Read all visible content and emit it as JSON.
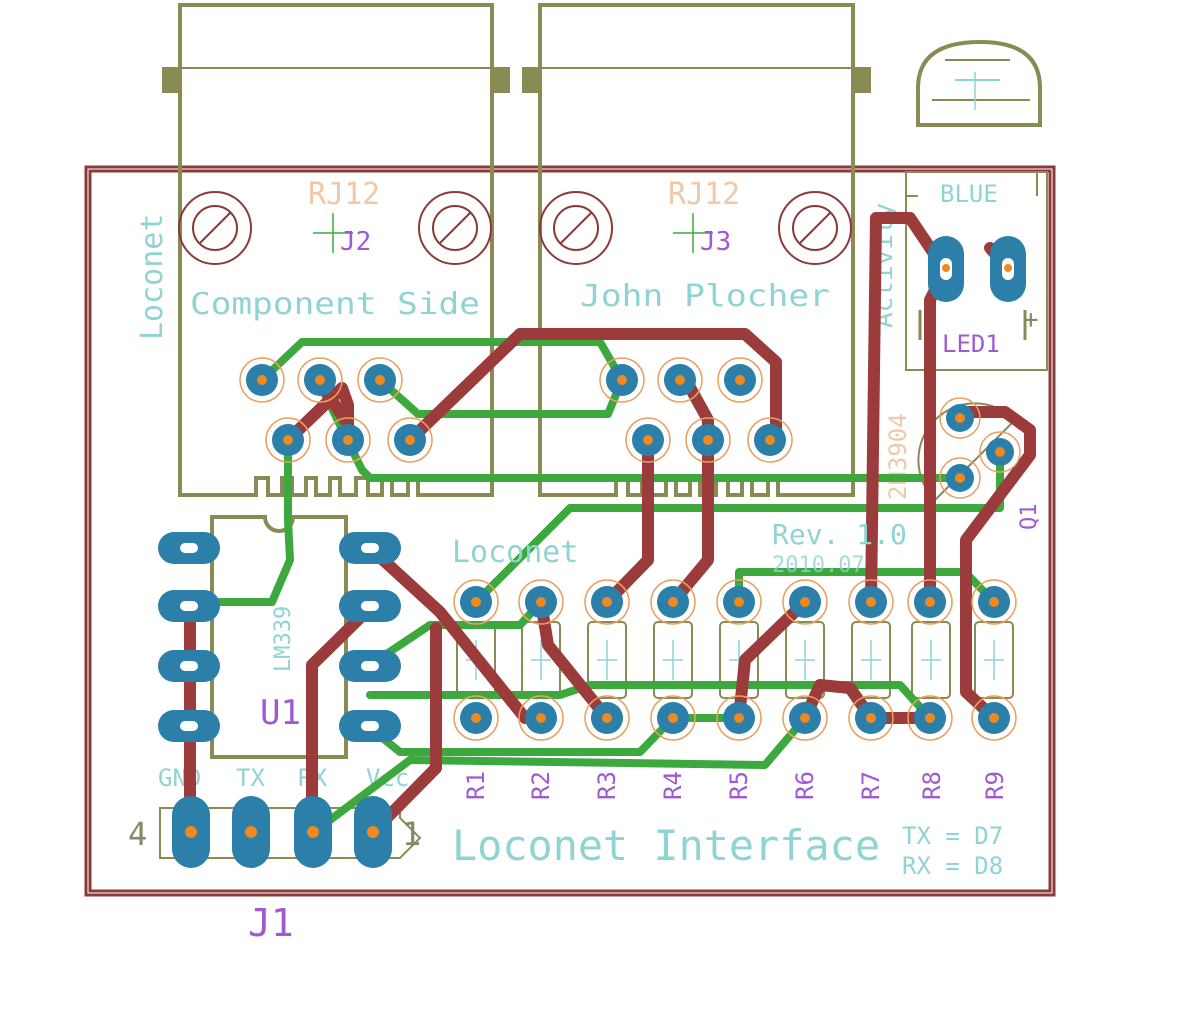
{
  "board": {
    "j2": {
      "type": "RJ12",
      "ref": "J2",
      "side_label": "Component Side"
    },
    "j3": {
      "type": "RJ12",
      "ref": "J3",
      "author": "John Plocher"
    },
    "led": {
      "color": "BLUE",
      "ref": "LED1",
      "label": "Activity",
      "polarity": "+"
    },
    "q1": {
      "part": "2N3904",
      "ref": "Q1"
    },
    "u1": {
      "ref": "U1",
      "part": "LM339"
    },
    "j1": {
      "ref": "J1",
      "pins": [
        "GND",
        "TX",
        "RX",
        "Vcc"
      ],
      "pin_first": "1",
      "pin_last": "4"
    },
    "edge_label": "Loconet",
    "bus_label": "Loconet",
    "revision": "Rev. 1.0",
    "date": "2010.07",
    "resistors": [
      "R1",
      "R2",
      "R3",
      "R4",
      "R5",
      "R6",
      "R7",
      "R8",
      "R9"
    ],
    "title": "Loconet Interface",
    "tx_map": "TX = D7",
    "rx_map": "RX = D8"
  },
  "colors": {
    "outline": "#8b3a3a",
    "top_copper": "#9b3b3b",
    "bottom_copper": "#3da83d",
    "pad": "#2b7fa8",
    "silkscreen": "#8a8a55",
    "names": "#a05ad0",
    "values": "#8fd3d3"
  }
}
